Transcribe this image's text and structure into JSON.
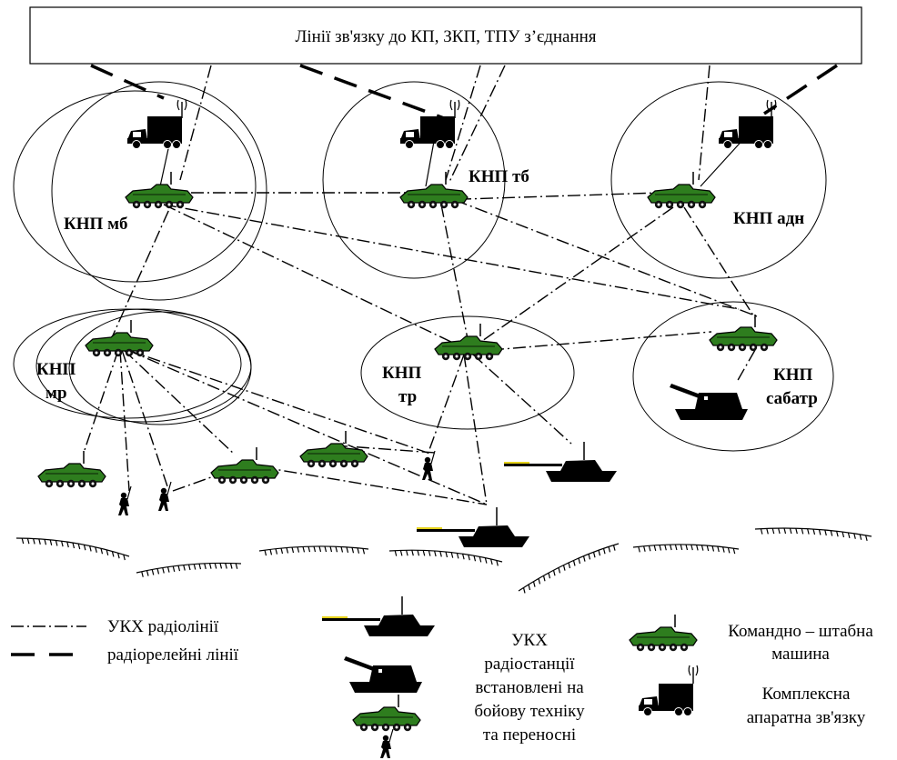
{
  "header": {
    "text": "Лінії зв'язку до КП, ЗКП, ТПУ з’єднання"
  },
  "nodes": {
    "knp_mb": "КНП мб",
    "knp_tb": "КНП тб",
    "knp_adn": "КНП адн",
    "knp_mr_1": "КНП",
    "knp_mr_2": "мр",
    "knp_tr_1": "КНП",
    "knp_tr_2": "тр",
    "knp_sabatr_1": "КНП",
    "knp_sabatr_2": "сабатр"
  },
  "legend": {
    "ukx_lines": "УКХ радіолінії",
    "relay_lines": "радіорелейні лінії",
    "radio_1": "УКХ",
    "radio_2": "радіостанції",
    "radio_3": "встановлені на",
    "radio_4": "бойову техніку",
    "radio_5": "та переносні",
    "cmd_1": "Командно – штабна",
    "cmd_2": "машина",
    "comm_1": "Комплексна",
    "comm_2": "апаратна зв'язку"
  },
  "colors": {
    "vehicle_green": "#2e7d1e",
    "line": "#000000",
    "background": "#ffffff",
    "gun_yellow": "#e6d21a"
  },
  "icons": [
    "command-staff-vehicle-icon",
    "communication-truck-icon",
    "tank-icon",
    "self-propelled-gun-icon",
    "soldier-icon",
    "antenna-icon",
    "terrain-ridge-icon"
  ]
}
